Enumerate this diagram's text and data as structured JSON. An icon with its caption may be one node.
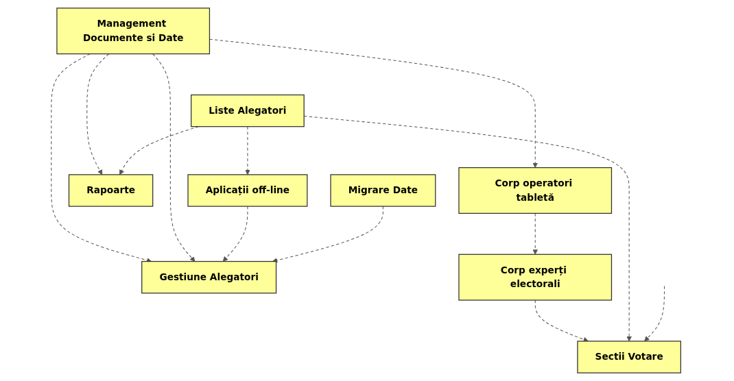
{
  "diagram": {
    "nodes": [
      {
        "text": [
          "Management Documente si Date"
        ]
      },
      {
        "text": [
          "Gestiune Alegatori"
        ]
      },
      {
        "text": [
          "Corp operatori tabletă"
        ]
      },
      {
        "text": [
          "Aplicații off-line"
        ]
      },
      {
        "text": [
          "Corp experți electorali"
        ]
      },
      {
        "text": [
          "Liste Alegatori"
        ]
      },
      {
        "text": [
          "Rapoarte"
        ]
      },
      {
        "text": [
          "Sectii Votare"
        ]
      },
      {
        "text": [
          "Migrare Date"
        ]
      }
    ],
    "edges": [
      {
        "from": 0,
        "to": 1,
        "arrow": "to",
        "style": "dashed"
      },
      {
        "from": 0,
        "to": 2,
        "arrow": "to",
        "style": "dashed"
      },
      {
        "from": 0,
        "to": 1,
        "arrow": "to",
        "style": "dashed"
      },
      {
        "from": 0,
        "to": 6,
        "arrow": "to",
        "style": "dashed"
      },
      {
        "from": 3,
        "to": 1,
        "arrow": "to",
        "style": "dashed"
      },
      {
        "from": 2,
        "to": 4,
        "arrow": "to",
        "style": "dashed"
      },
      {
        "from": 4,
        "to": 7,
        "arrow": "to",
        "style": "dashed"
      },
      {
        "from": 5,
        "to": 3,
        "arrow": "to",
        "style": "dashed"
      },
      {
        "from": 5,
        "to": 7,
        "arrow": "to",
        "style": "dashed"
      },
      {
        "from": 5,
        "to": 6,
        "arrow": "to",
        "style": "dashed"
      },
      {
        "from": 8,
        "to": 1,
        "arrow": "to",
        "style": "dashed"
      },
      {
        "from": null,
        "to": 7,
        "arrow": "to",
        "style": "dashed"
      }
    ]
  }
}
